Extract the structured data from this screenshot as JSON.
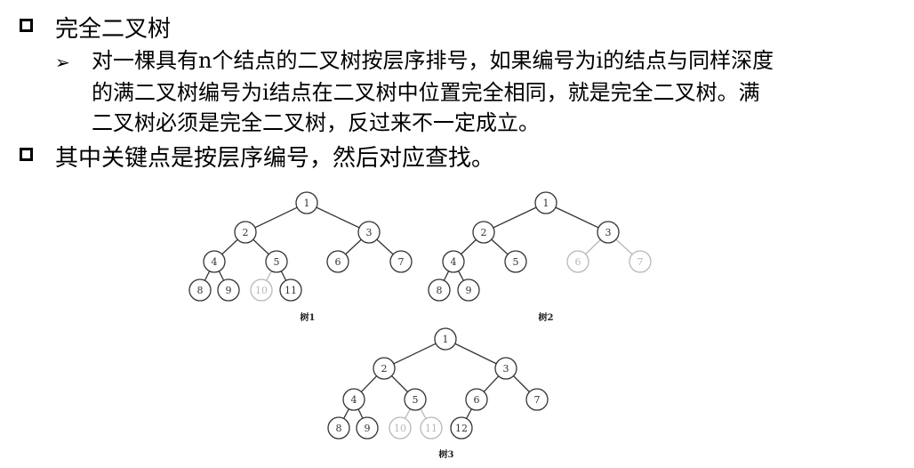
{
  "heading1": "完全二叉树",
  "paragraph": [
    "对一棵具有n个结点的二叉树按层序排号，如果编号为i的结点与同样深度",
    "的满二叉树编号为i结点在二叉树中位置完全相同，就是完全二叉树。满",
    "二叉树必须是完全二叉树，反过来不一定成立。"
  ],
  "heading2": "其中关键点是按层序编号，然后对应查找。",
  "icons": {
    "bullet": "square-bullet-icon",
    "sub_bullet": "arrow-bullet-icon"
  },
  "colors": {
    "solid": "#333333",
    "faded": "#b8b8b8"
  },
  "trees": [
    {
      "caption": "树1",
      "nodes": [
        {
          "label": "1",
          "faded": false
        },
        {
          "label": "2",
          "faded": false
        },
        {
          "label": "3",
          "faded": false
        },
        {
          "label": "4",
          "faded": false
        },
        {
          "label": "5",
          "faded": false
        },
        {
          "label": "6",
          "faded": false
        },
        {
          "label": "7",
          "faded": false
        },
        {
          "label": "8",
          "faded": false
        },
        {
          "label": "9",
          "faded": false
        },
        {
          "label": "10",
          "faded": true
        },
        {
          "label": "11",
          "faded": false
        }
      ]
    },
    {
      "caption": "树2",
      "nodes": [
        {
          "label": "1",
          "faded": false
        },
        {
          "label": "2",
          "faded": false
        },
        {
          "label": "3",
          "faded": false
        },
        {
          "label": "4",
          "faded": false
        },
        {
          "label": "5",
          "faded": false
        },
        {
          "label": "6",
          "faded": true
        },
        {
          "label": "7",
          "faded": true
        },
        {
          "label": "8",
          "faded": false
        },
        {
          "label": "9",
          "faded": false
        }
      ]
    },
    {
      "caption": "树3",
      "nodes": [
        {
          "label": "1",
          "faded": false
        },
        {
          "label": "2",
          "faded": false
        },
        {
          "label": "3",
          "faded": false
        },
        {
          "label": "4",
          "faded": false
        },
        {
          "label": "5",
          "faded": false
        },
        {
          "label": "6",
          "faded": false
        },
        {
          "label": "7",
          "faded": false
        },
        {
          "label": "8",
          "faded": false
        },
        {
          "label": "9",
          "faded": false
        },
        {
          "label": "10",
          "faded": true
        },
        {
          "label": "11",
          "faded": true
        },
        {
          "label": "12",
          "faded": false
        }
      ]
    }
  ]
}
